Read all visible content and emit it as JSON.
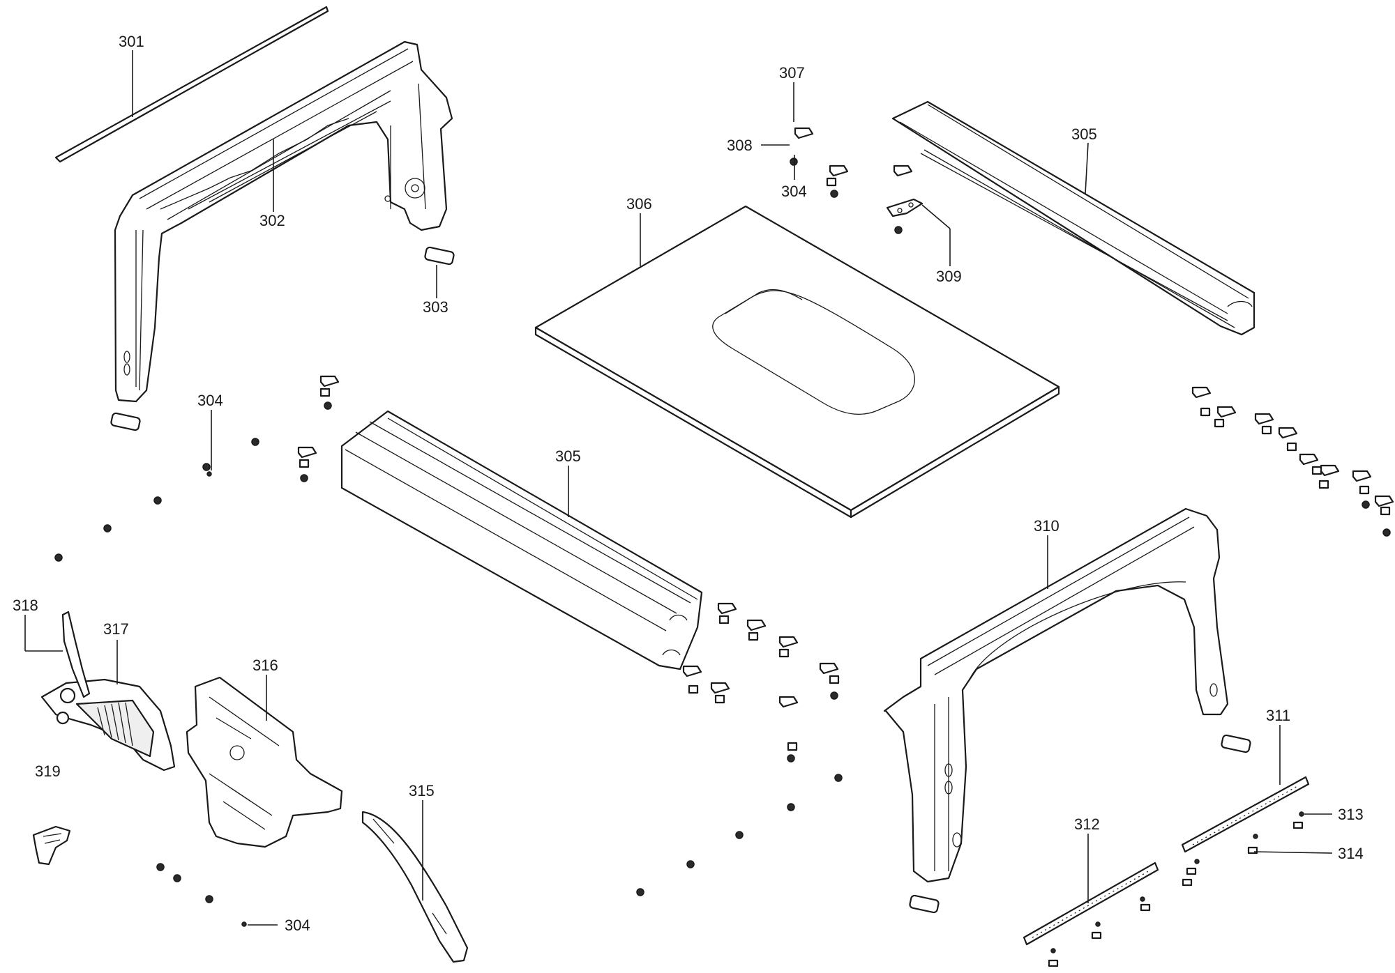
{
  "callouts": [
    {
      "id": "c301",
      "text": "301"
    },
    {
      "id": "c302",
      "text": "302"
    },
    {
      "id": "c303",
      "text": "303"
    },
    {
      "id": "c304a",
      "text": "304"
    },
    {
      "id": "c304b",
      "text": "304"
    },
    {
      "id": "c304c",
      "text": "304"
    },
    {
      "id": "c305a",
      "text": "305"
    },
    {
      "id": "c305b",
      "text": "305"
    },
    {
      "id": "c306",
      "text": "306"
    },
    {
      "id": "c307",
      "text": "307"
    },
    {
      "id": "c308",
      "text": "308"
    },
    {
      "id": "c309",
      "text": "309"
    },
    {
      "id": "c310",
      "text": "310"
    },
    {
      "id": "c311",
      "text": "311"
    },
    {
      "id": "c312",
      "text": "312"
    },
    {
      "id": "c313",
      "text": "313"
    },
    {
      "id": "c314",
      "text": "314"
    },
    {
      "id": "c315",
      "text": "315"
    },
    {
      "id": "c316",
      "text": "316"
    },
    {
      "id": "c317",
      "text": "317"
    },
    {
      "id": "c318",
      "text": "318"
    },
    {
      "id": "c319",
      "text": "319"
    }
  ]
}
